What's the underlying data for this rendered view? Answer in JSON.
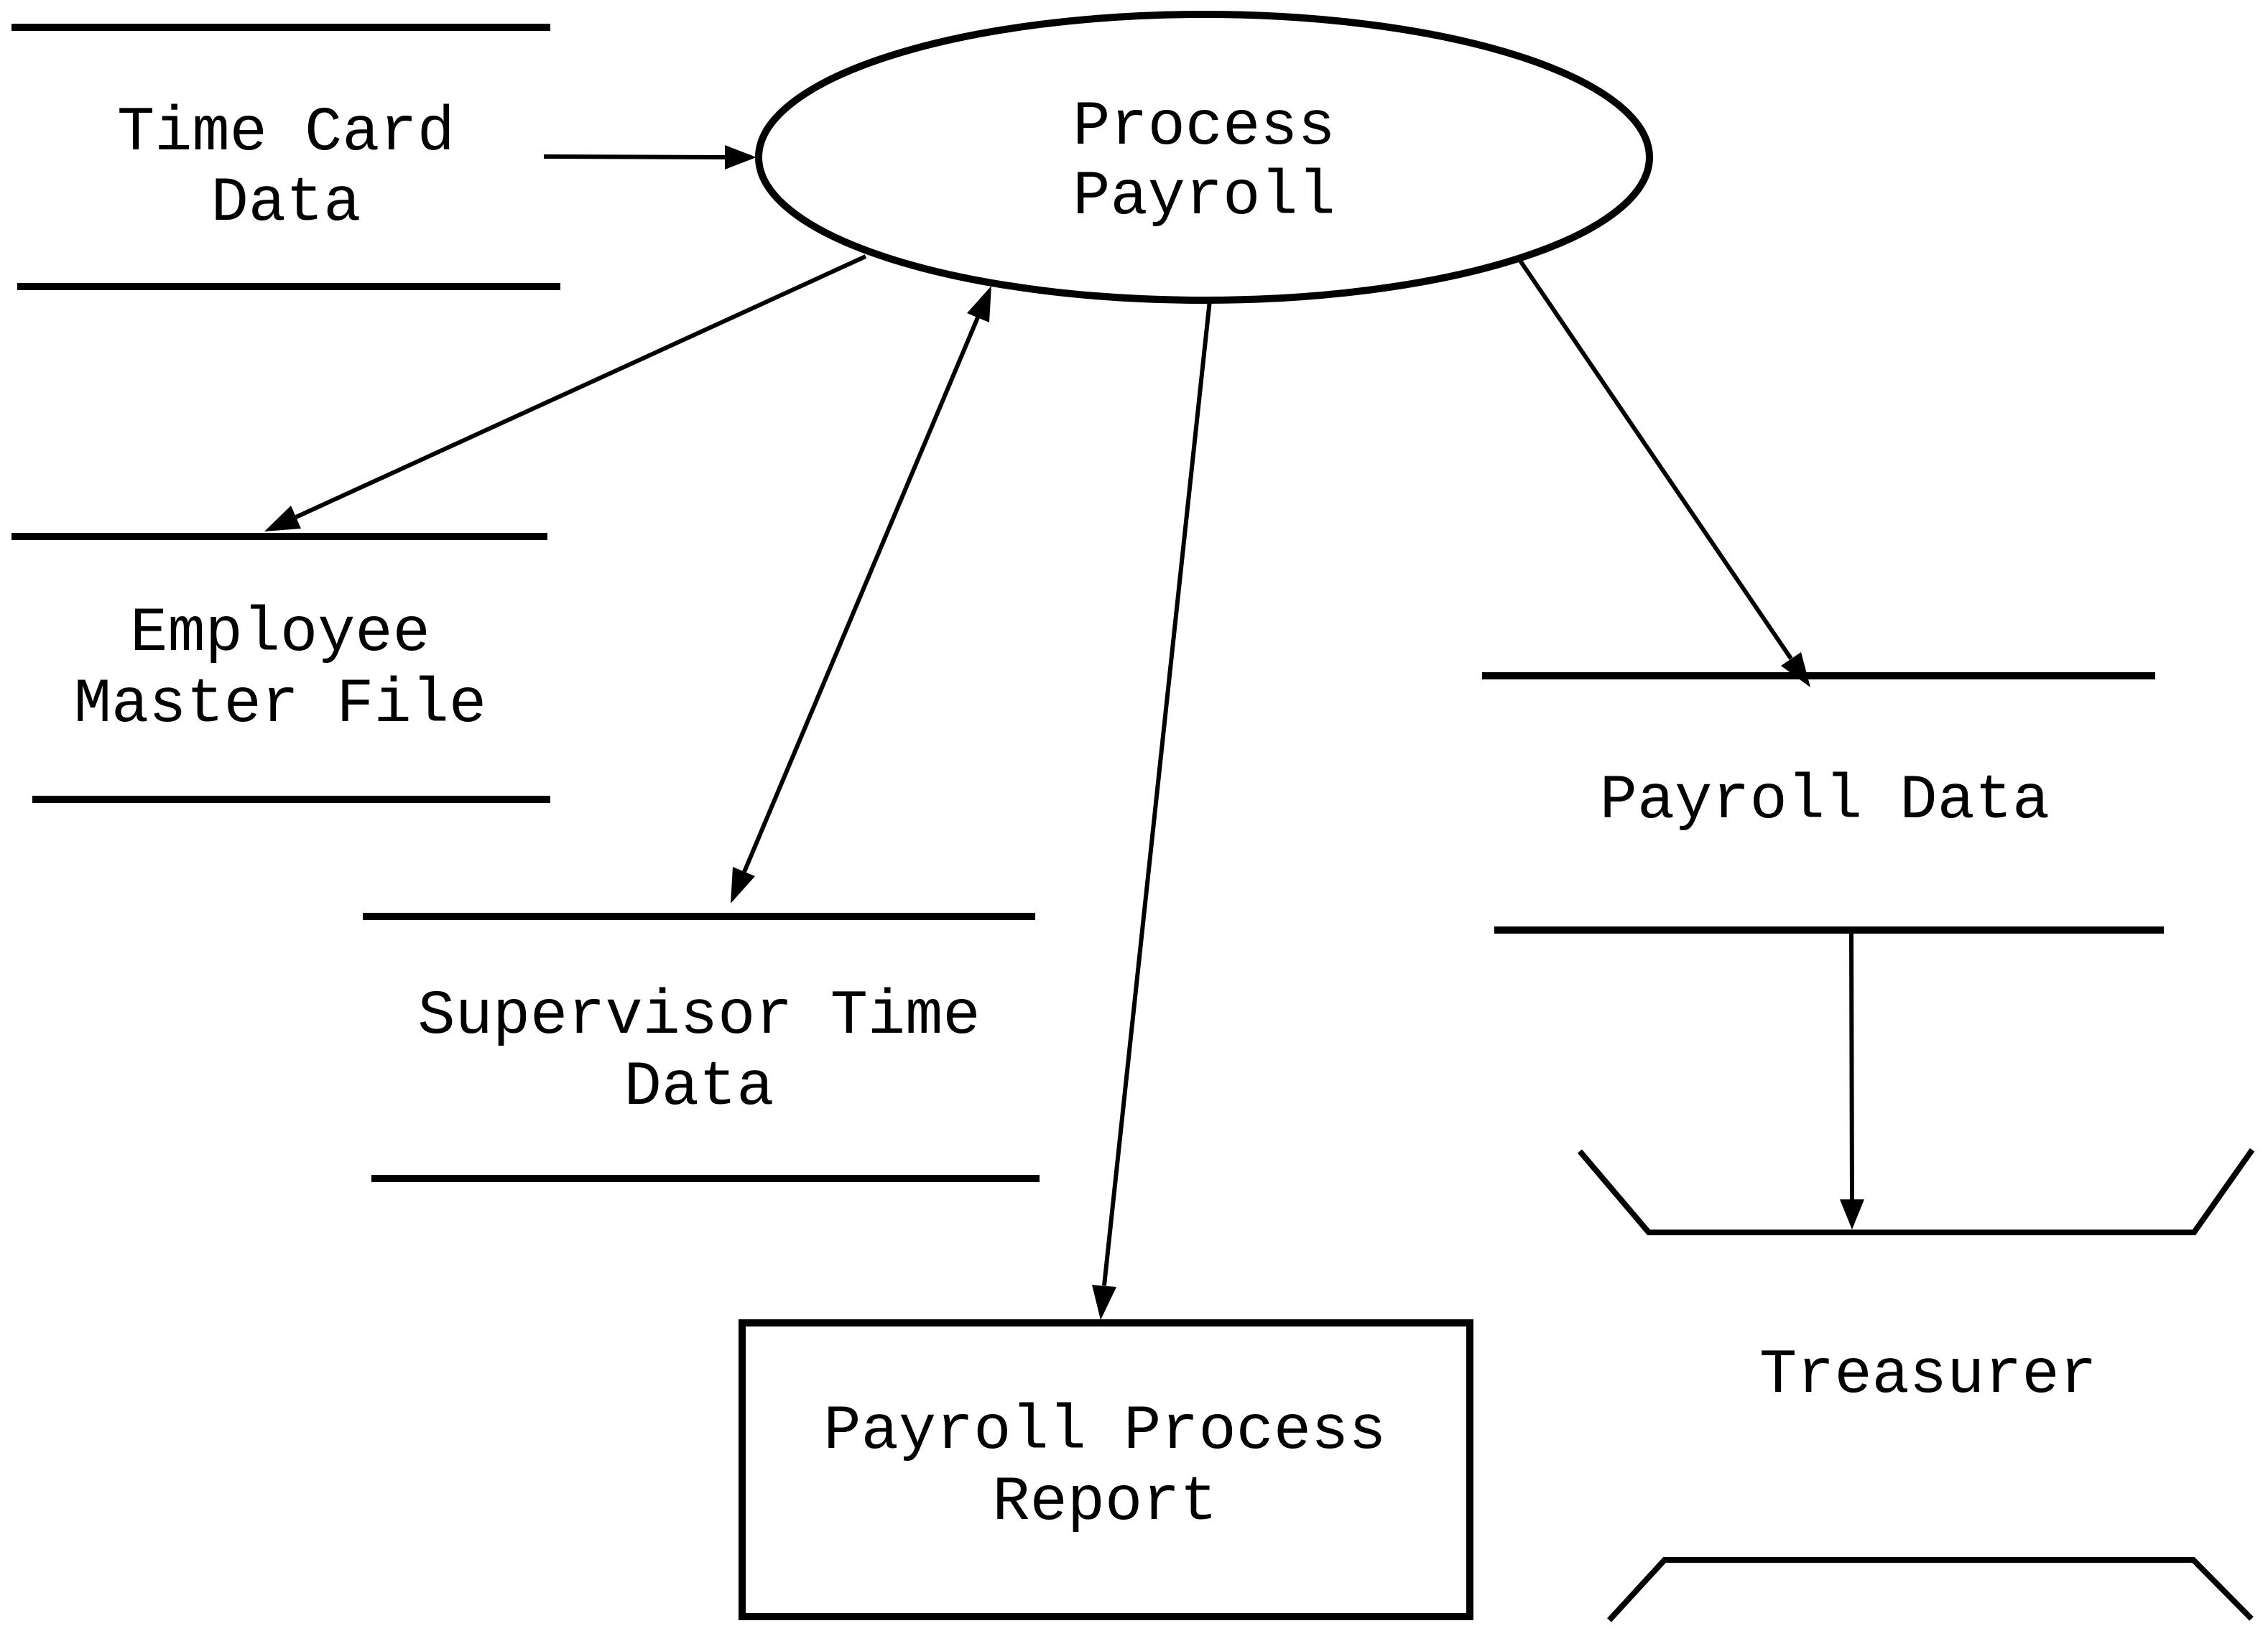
{
  "colors": {
    "ink": "#000000",
    "background": "#ffffff"
  },
  "process": {
    "label_line1": "Process",
    "label_line2": "Payroll",
    "shape": "ellipse"
  },
  "data_stores": {
    "time_card": {
      "label_line1": "Time Card",
      "label_line2": "Data"
    },
    "employee_master": {
      "label_line1": "Employee",
      "label_line2": "Master File"
    },
    "supervisor_time": {
      "label_line1": "Supervisor Time",
      "label_line2": "Data"
    },
    "payroll_data": {
      "label_line1": "Payroll Data"
    }
  },
  "report": {
    "label_line1": "Payroll Process",
    "label_line2": "Report",
    "shape": "rectangle"
  },
  "external_entity": {
    "label": "Treasurer",
    "shape": "bracketed-entity"
  },
  "flows": [
    {
      "from": "Time Card Data",
      "to": "Process Payroll",
      "arrowheads": "single"
    },
    {
      "from": "Process Payroll",
      "to": "Employee Master File",
      "arrowheads": "single"
    },
    {
      "from": "Process Payroll",
      "to": "Supervisor Time Data",
      "arrowheads": "double"
    },
    {
      "from": "Process Payroll",
      "to": "Payroll Process Report",
      "arrowheads": "single"
    },
    {
      "from": "Process Payroll",
      "to": "Payroll Data",
      "arrowheads": "single"
    },
    {
      "from": "Payroll Data",
      "to": "Treasurer",
      "arrowheads": "single"
    }
  ]
}
